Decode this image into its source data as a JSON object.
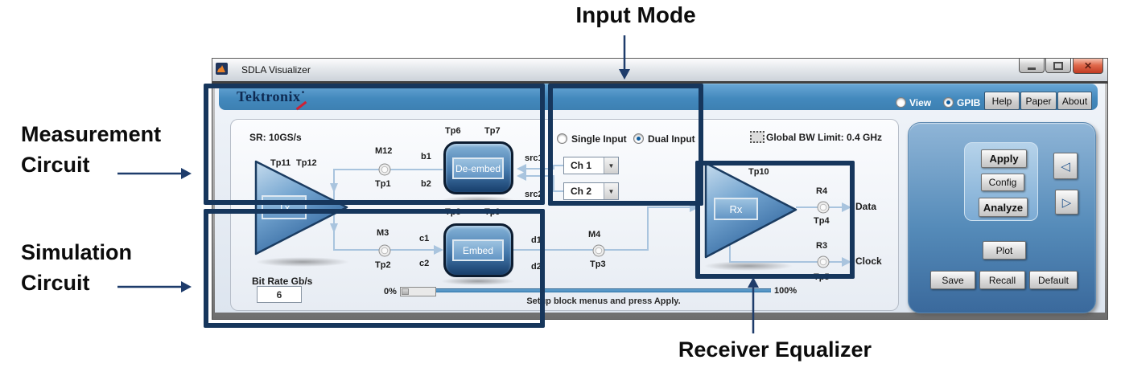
{
  "annotations": {
    "input_mode": "Input Mode",
    "measurement": [
      "Measurement",
      "Circuit"
    ],
    "simulation": [
      "Simulation",
      "Circuit"
    ],
    "receiver_equalizer": "Receiver Equalizer"
  },
  "window": {
    "title": "SDLA Visualizer",
    "brand": "Tektronix",
    "view_label": "View",
    "gpib_label": "GPIB",
    "help_label": "Help",
    "paper_label": "Paper",
    "about_label": "About"
  },
  "diagram": {
    "sr_label": "SR: 10GS/s",
    "bw_label": "Global BW Limit: 0.4 GHz",
    "single_input": "Single Input",
    "dual_input": "Dual Input",
    "ch1": "Ch 1",
    "ch2": "Ch 2",
    "tx": "Tx",
    "rx": "Rx",
    "deembed": "De-embed",
    "embed": "Embed",
    "bit_rate_label": "Bit Rate Gb/s",
    "bit_rate_value": "6",
    "progress_start": "0%",
    "progress_end": "100%",
    "status": "Setup block menus and press Apply.",
    "labels": {
      "tp11": "Tp11",
      "tp12": "Tp12",
      "m12": "M12",
      "tp1": "Tp1",
      "b1": "b1",
      "b2": "b2",
      "tp6": "Tp6",
      "tp7": "Tp7",
      "src1": "src1",
      "src2": "src2",
      "m3": "M3",
      "tp2": "Tp2",
      "c1": "c1",
      "c2": "c2",
      "tp8": "Tp8",
      "tp9": "Tp9",
      "d1": "d1",
      "d2": "d2",
      "m4": "M4",
      "tp3": "Tp3",
      "tp10": "Tp10",
      "r4": "R4",
      "tp4": "Tp4",
      "r3": "R3",
      "tp5": "Tp5",
      "data": "Data",
      "clock": "Clock"
    }
  },
  "controls": {
    "apply": "Apply",
    "config": "Config",
    "analyze": "Analyze",
    "plot": "Plot",
    "save": "Save",
    "recall": "Recall",
    "default": "Default"
  },
  "colors": {
    "annotation_navy": "#16365c",
    "header_blue": "#4a93c6",
    "wire_blue": "#a9c4de"
  }
}
